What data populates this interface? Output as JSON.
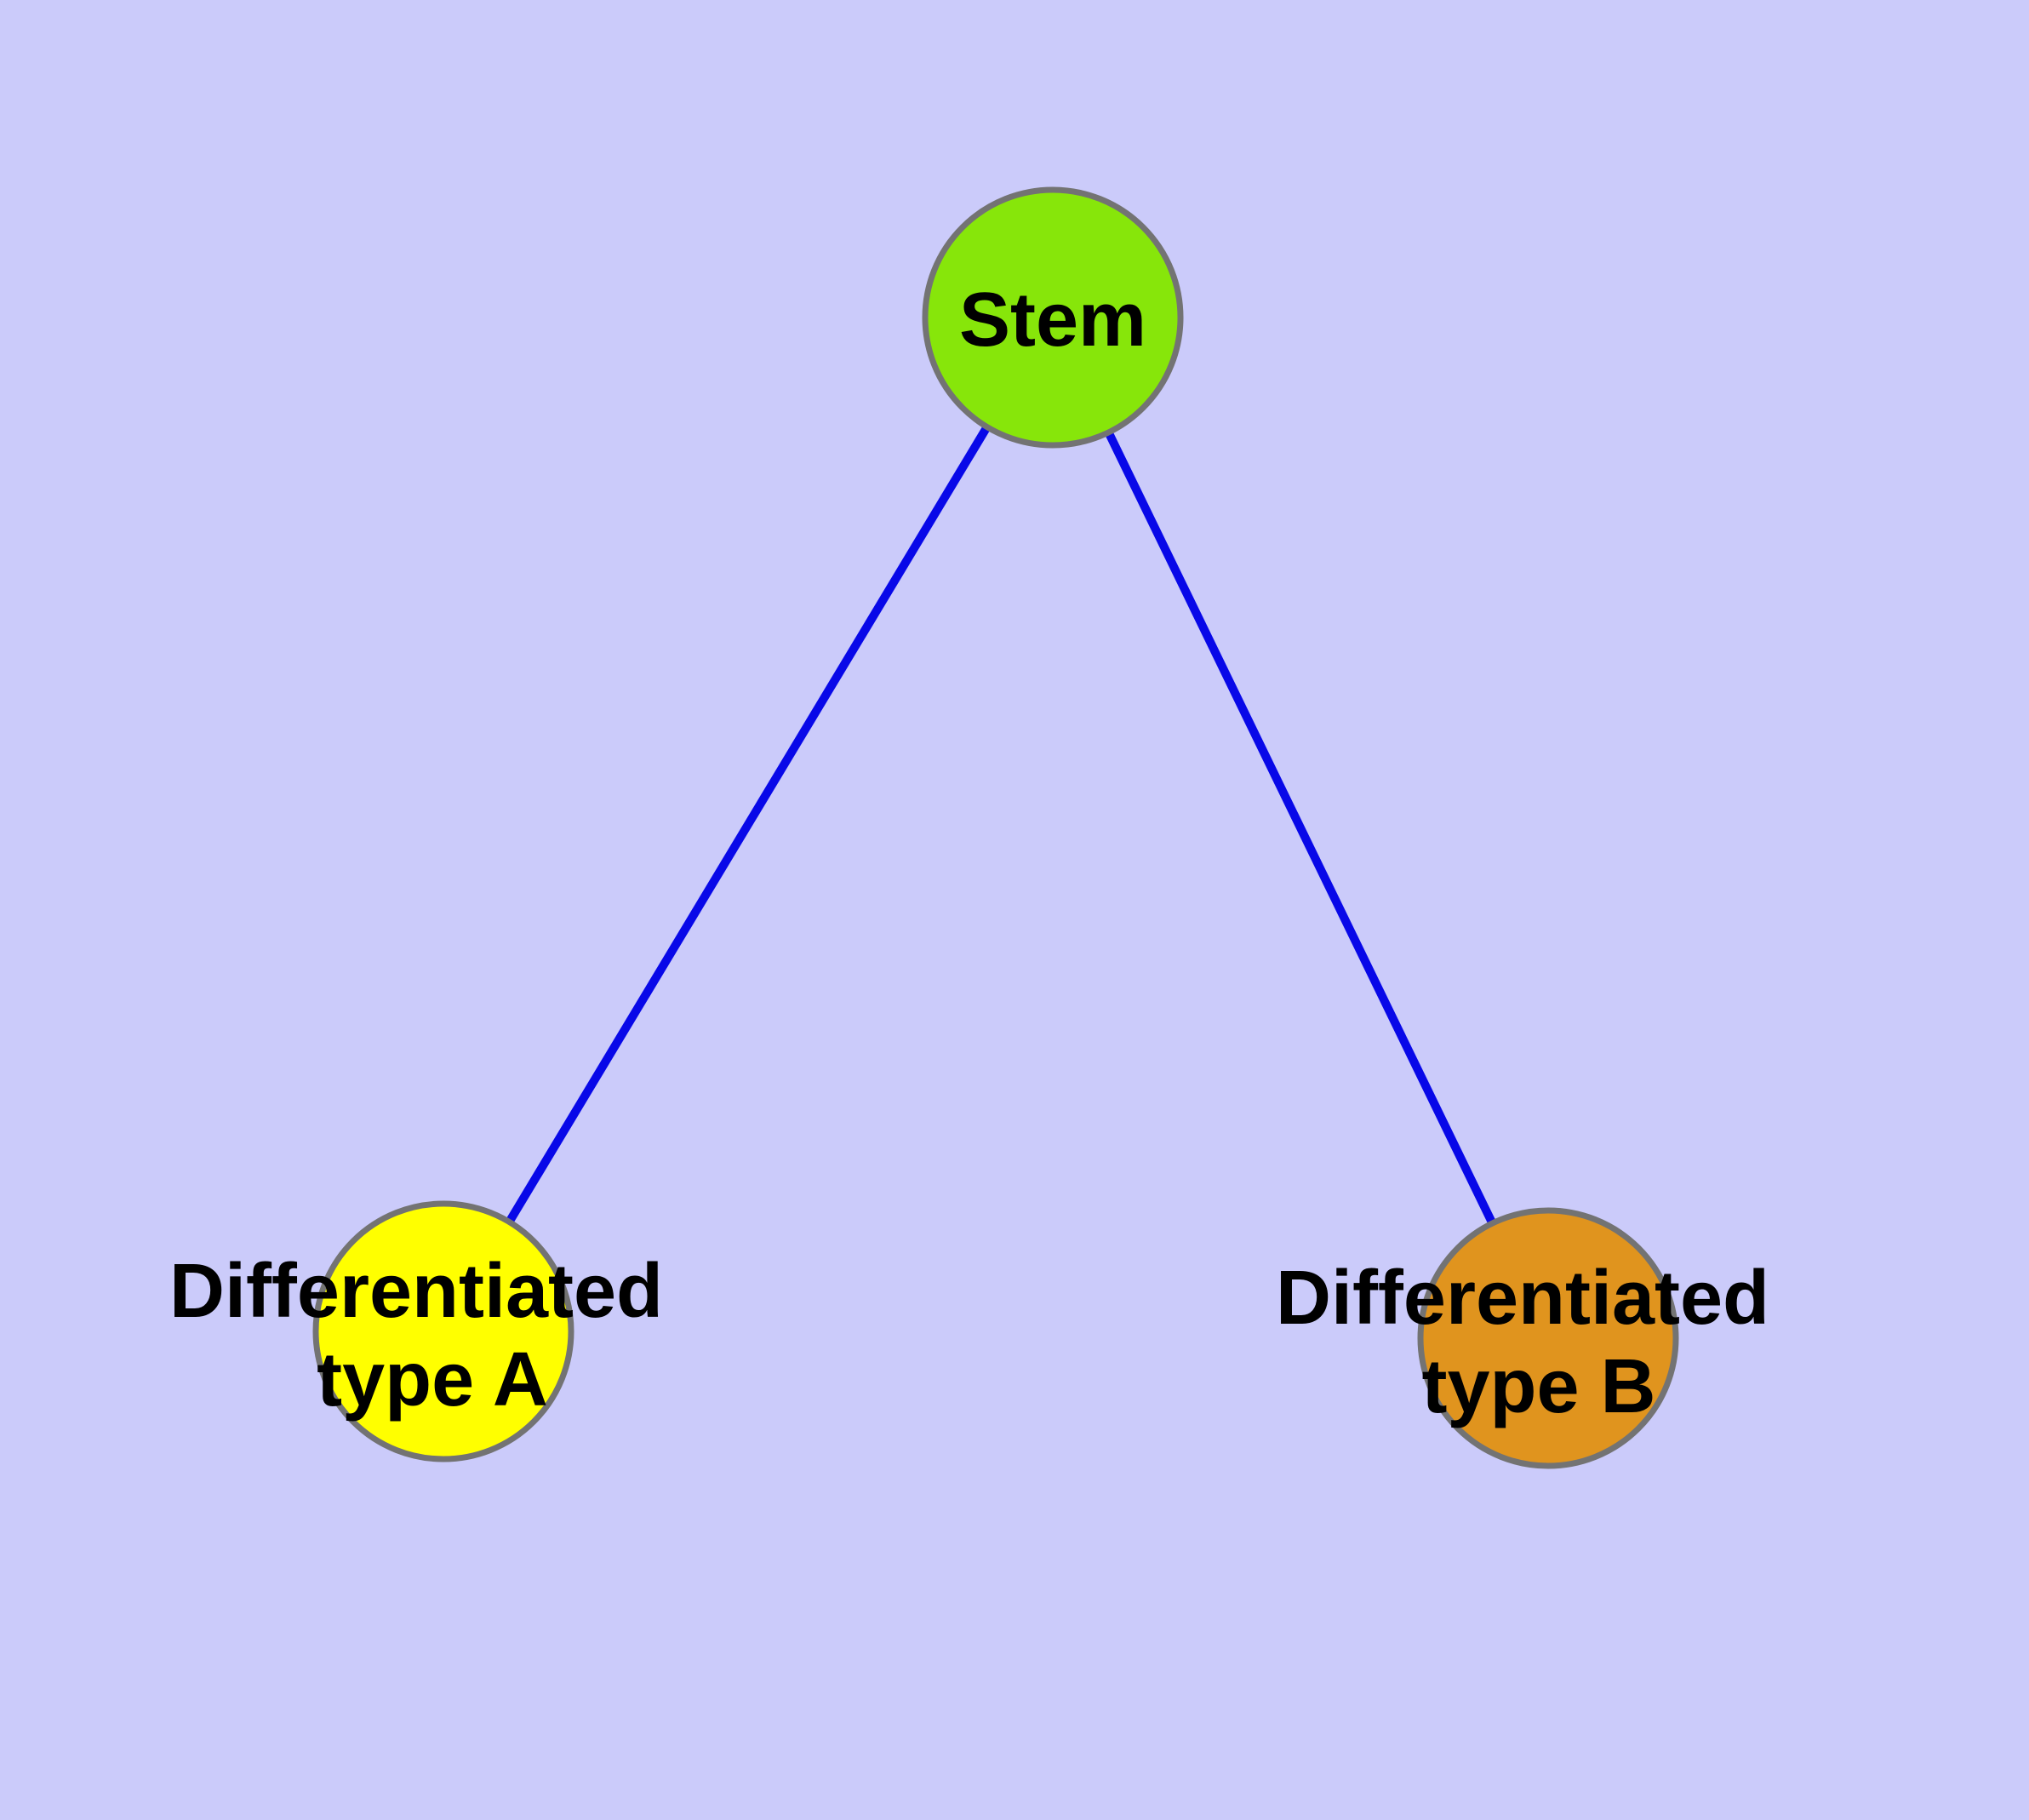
{
  "diagram": {
    "background_color": "#cbcbfa",
    "edge_color": "#0808e8",
    "node_border_color": "#737373",
    "label_color": "#000000",
    "nodes": [
      {
        "id": "stem",
        "label": "Stem",
        "fill_color": "#87e60a"
      },
      {
        "id": "differentiated-type-a",
        "label": "Differentiated type A",
        "lines": [
          "Differentiated",
          "type A"
        ],
        "fill_color": "#ffff00"
      },
      {
        "id": "differentiated-type-b",
        "label": "Differentiated type B",
        "lines": [
          "Differentiated",
          "type B"
        ],
        "fill_color": "#e0941e"
      }
    ],
    "edges": [
      {
        "from": "Stem",
        "to": "Differentiated type A"
      },
      {
        "from": "Stem",
        "to": "Differentiated type B"
      }
    ]
  }
}
